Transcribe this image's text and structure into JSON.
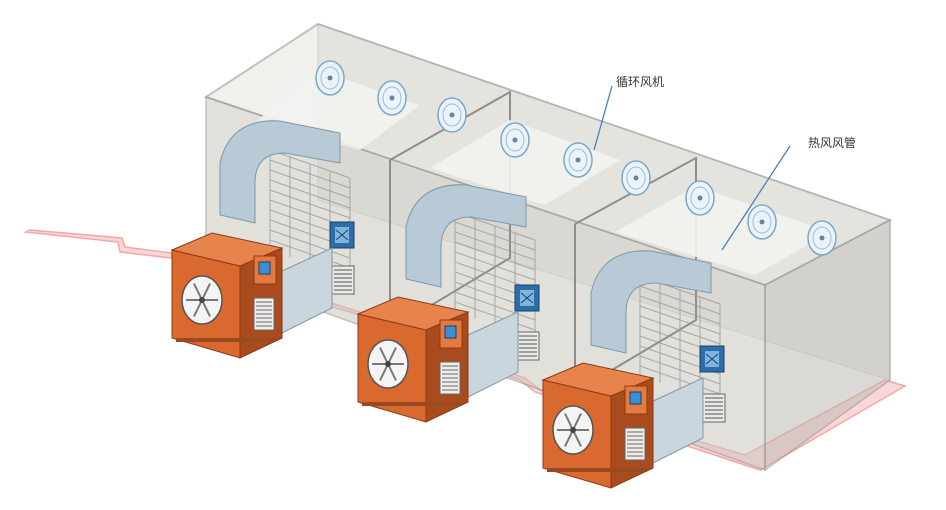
{
  "annotations": {
    "circulation_fan": "循环风机",
    "hot_air_duct": "热风风管"
  },
  "colors": {
    "chamber_glass": "#c9c7bf",
    "chamber_edge": "#8f8f8a",
    "heater_body": "#d9692e",
    "heater_shadow": "#a94b1c",
    "duct": "#b8cad6",
    "floor_outline": "#f4a6a6",
    "leader_line": "#4a7fc1"
  },
  "units": {
    "chambers": 3,
    "heaters": 3
  }
}
